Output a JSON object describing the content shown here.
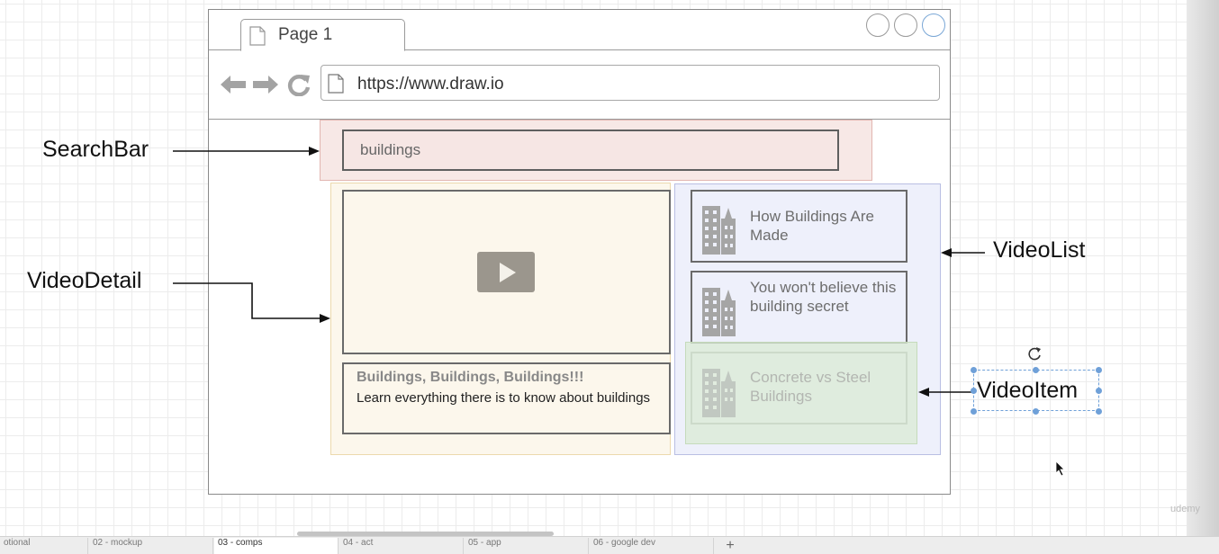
{
  "browser": {
    "tab_label": "Page 1",
    "url": "https://www.draw.io"
  },
  "search_bar": {
    "query": "buildings"
  },
  "video_detail": {
    "title": "Buildings, Buildings, Buildings!!!",
    "description": "Learn everything there is to know about buildings"
  },
  "video_list": {
    "items": [
      {
        "title": "How Buildings Are Made"
      },
      {
        "title": "You won't believe this building secret"
      },
      {
        "title": "Concrete vs Steel Buildings"
      }
    ]
  },
  "annotations": {
    "search_bar": "SearchBar",
    "video_detail": "VideoDetail",
    "video_list": "VideoList",
    "video_item": "VideoItem"
  },
  "page_tabs": [
    {
      "label": "otional",
      "active": false
    },
    {
      "label": "02 - mockup",
      "active": false
    },
    {
      "label": "03 - comps",
      "active": true
    },
    {
      "label": "04 - act",
      "active": false
    },
    {
      "label": "05 - app",
      "active": false
    },
    {
      "label": "06 - google dev",
      "active": false
    }
  ],
  "add_page_label": "+",
  "watermark": "udemy",
  "colors": {
    "searchbar_fill": "#f7e8e6",
    "videodetail_fill": "#fcf7ec",
    "videolist_fill": "#eef0fb",
    "videoitem_highlight": "#daebd4",
    "selection_blue": "#6fa0d8"
  }
}
